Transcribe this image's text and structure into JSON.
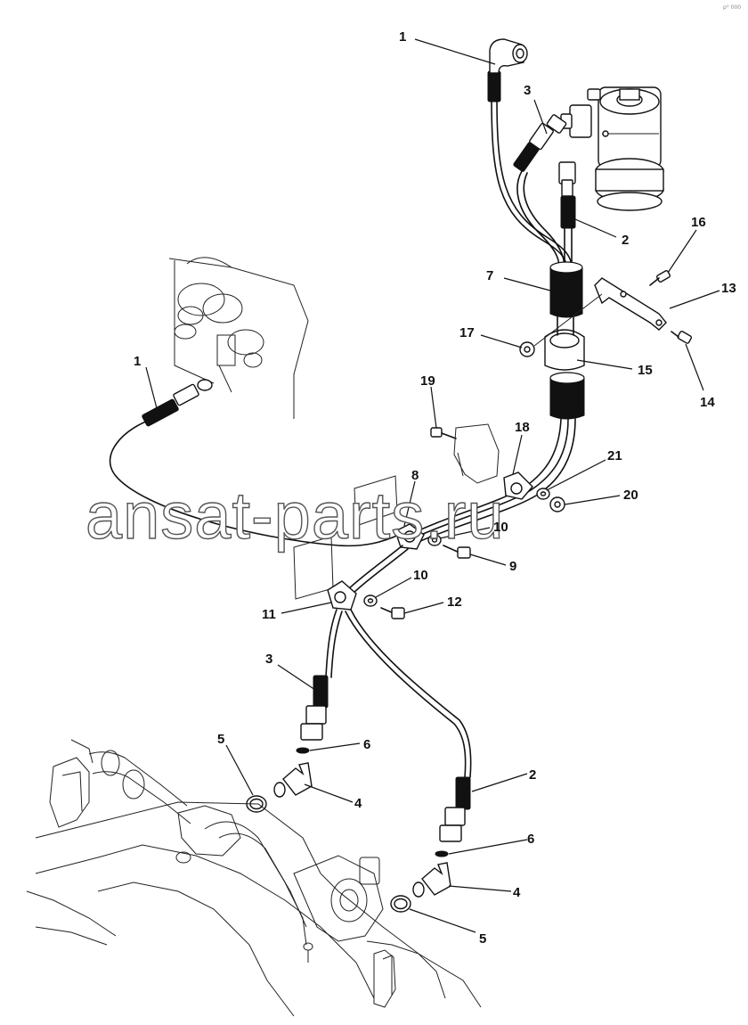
{
  "watermark": "ansat-parts.ru",
  "corner_code": "pᴰ 000",
  "callouts": {
    "c1_top": "1",
    "c3_top": "3",
    "c2_top": "2",
    "c16": "16",
    "c13": "13",
    "c7": "7",
    "c17": "17",
    "c15": "15",
    "c14": "14",
    "c1_left": "1",
    "c19": "19",
    "c18": "18",
    "c21": "21",
    "c20": "20",
    "c8": "8",
    "c10_a": "10",
    "c9": "9",
    "c10_b": "10",
    "c12": "12",
    "c11": "11",
    "c3_bottom": "3",
    "c6_a": "6",
    "c5_a": "5",
    "c4_a": "4",
    "c2_bottom": "2",
    "c6_b": "6",
    "c4_b": "4",
    "c5_b": "5"
  }
}
